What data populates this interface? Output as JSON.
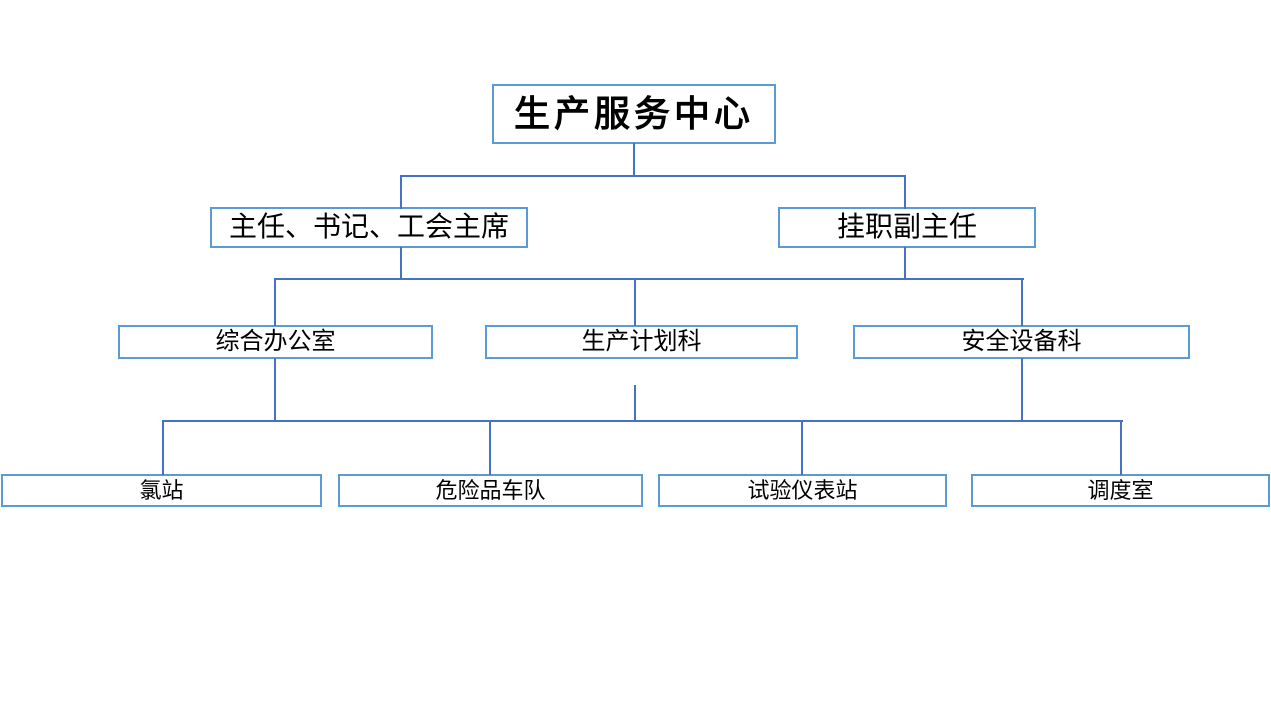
{
  "diagram": {
    "type": "org-chart",
    "title": "生产服务中心",
    "nodes": {
      "root": {
        "label": "生产服务中心"
      },
      "level2": [
        {
          "label": "主任、书记、工会主席"
        },
        {
          "label": "挂职副主任"
        }
      ],
      "level3": [
        {
          "label": "综合办公室"
        },
        {
          "label": "生产计划科"
        },
        {
          "label": "安全设备科"
        }
      ],
      "level4": [
        {
          "label": "氯站"
        },
        {
          "label": "危险品车队"
        },
        {
          "label": "试验仪表站"
        },
        {
          "label": "调度室"
        }
      ]
    },
    "colors": {
      "box_border": "#5B9BD5",
      "connector": "#4472C4",
      "text": "#000000",
      "background": "#FFFFFF"
    }
  }
}
